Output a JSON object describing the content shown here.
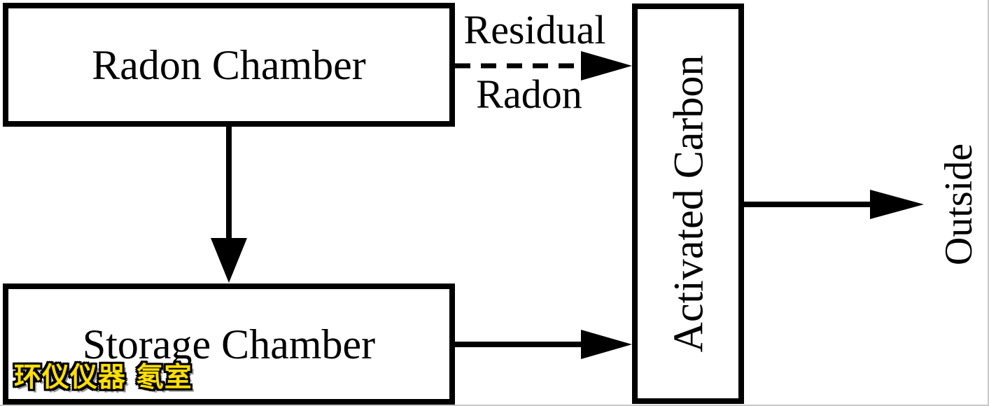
{
  "diagram": {
    "type": "flowchart",
    "subject": "radon-chamber-airflow",
    "nodes": {
      "radon_chamber": {
        "label": "Radon Chamber"
      },
      "storage_chamber": {
        "label": "Storage Chamber"
      },
      "activated_carbon": {
        "label": "Activated Carbon",
        "text_orientation": "rotated-90-ccw"
      }
    },
    "annotations": {
      "residual_radon": {
        "line1": "Residual",
        "line2": "Radon"
      },
      "outside": {
        "label": "Outside",
        "text_orientation": "rotated-90-ccw"
      }
    },
    "edges": [
      {
        "from": "Radon Chamber",
        "to": "Storage Chamber",
        "style": "solid",
        "direction": "down"
      },
      {
        "from": "Radon Chamber",
        "to": "Activated Carbon",
        "style": "dashed",
        "direction": "right",
        "label": "Residual Radon"
      },
      {
        "from": "Storage Chamber",
        "to": "Activated Carbon",
        "style": "solid",
        "direction": "right"
      },
      {
        "from": "Activated Carbon",
        "to": "Outside",
        "style": "solid",
        "direction": "right"
      }
    ],
    "watermark": {
      "text": "环仪仪器 氡室",
      "text_color": "#ffdf00",
      "outline_color": "#000000"
    },
    "colors": {
      "stroke": "#000000",
      "background": "#ffffff",
      "page_frame": "#c8c8c8"
    }
  }
}
